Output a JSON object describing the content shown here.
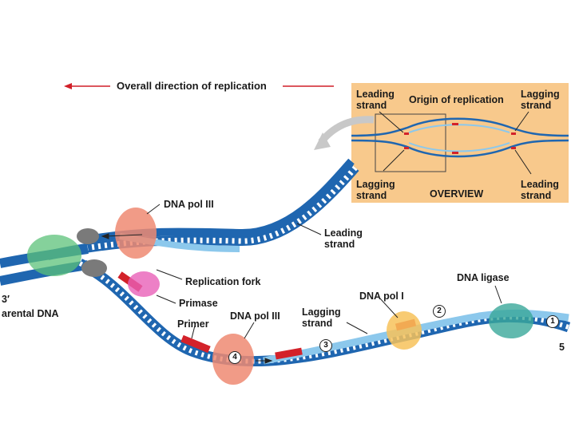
{
  "direction": {
    "label": "Overall direction of replication"
  },
  "overview": {
    "leading_top": "Leading\nstrand",
    "origin": "Origin of replication",
    "lagging_top": "Lagging\nstrand",
    "lagging_bottom": "Lagging\nstrand",
    "title": "OVERVIEW",
    "leading_bottom": "Leading\nstrand"
  },
  "labels": {
    "dna_pol_iii_top": "DNA pol III",
    "leading_strand": "Leading\nstrand",
    "replication_fork": "Replication fork",
    "primase": "Primase",
    "parental_dna": "arental DNA",
    "three_prime": "3′",
    "primer": "Primer",
    "dna_pol_iii_bottom": "DNA pol III",
    "lagging_strand": "Lagging\nstrand",
    "dna_pol_i": "DNA pol I",
    "dna_ligase": "DNA ligase",
    "five_prime": "5"
  },
  "steps": [
    "1",
    "2",
    "3",
    "4"
  ],
  "colors": {
    "dark_strand": "#1f66b0",
    "light_strand": "#8cc8ec",
    "primer": "#d3222a",
    "panel": "#f8c98c",
    "arrow": "#d11f28"
  }
}
